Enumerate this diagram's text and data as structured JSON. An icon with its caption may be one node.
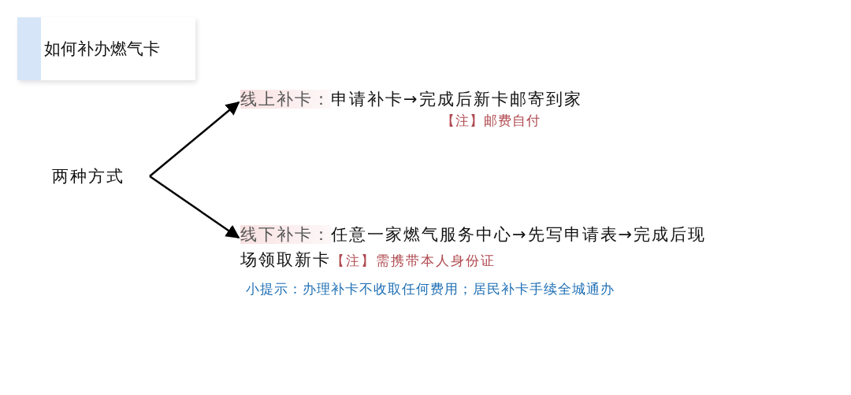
{
  "diagram": {
    "title": "如何补办燃气卡",
    "nodes": [
      {
        "text": [
          "两种方式"
        ]
      },
      {
        "text": [
          "线上补卡：",
          "申请补卡→完成后新卡邮寄到家"
        ]
      },
      {
        "text": [
          "线下补卡：",
          "任意一家燃气服务中心→先写申请表→完成后现场领取新卡"
        ],
        "beside": [
          "【注】需携带本人身份证"
        ]
      }
    ],
    "edges": [
      {
        "from": 0,
        "to": 1,
        "arrow": "to"
      },
      {
        "from": 0,
        "to": 2,
        "arrow": "to"
      }
    ],
    "labels": [
      "【注】邮费自付",
      "小提示：办理补卡不收取任何费用；居民补卡手续全城通办"
    ]
  }
}
